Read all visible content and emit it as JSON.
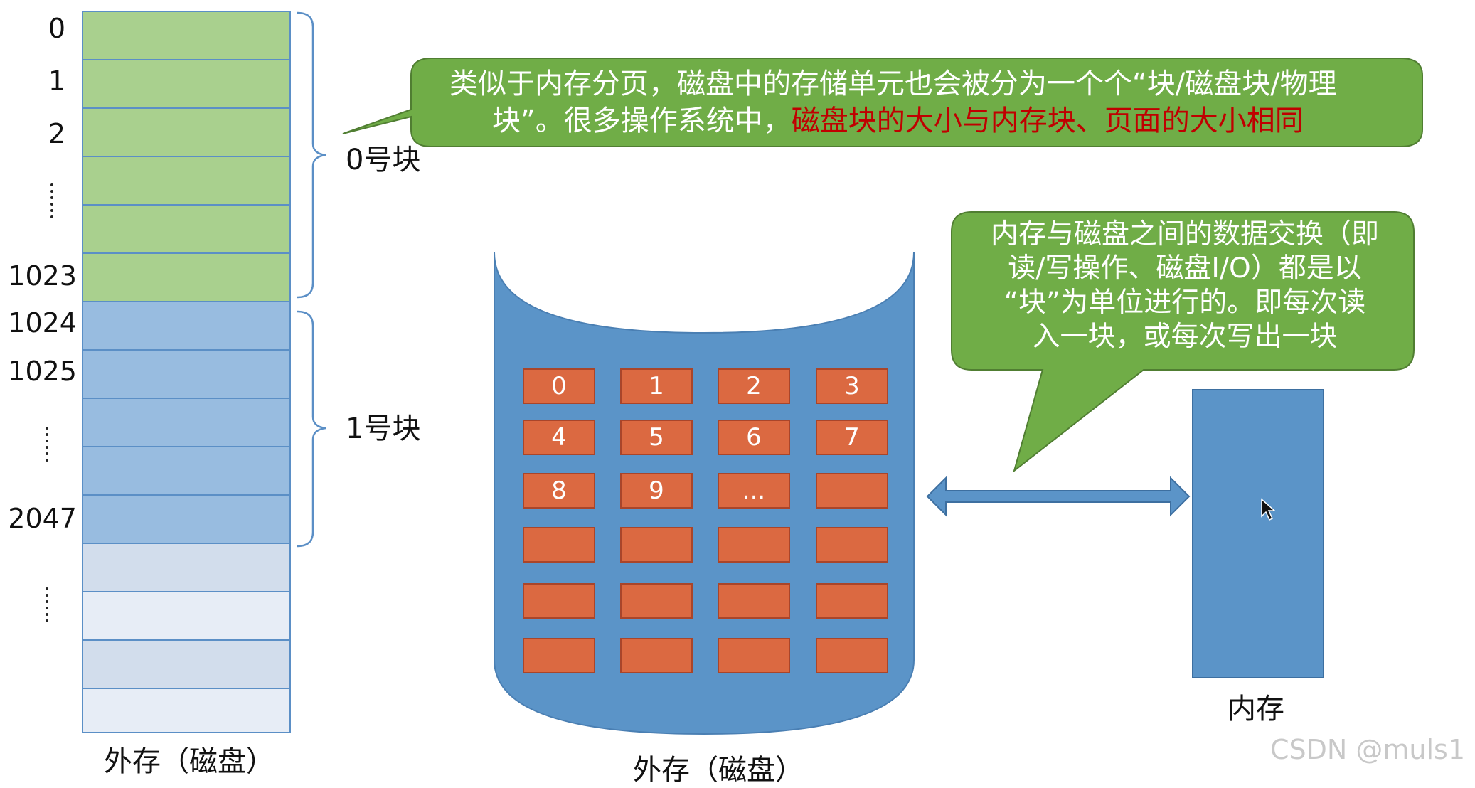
{
  "left_column": {
    "indices": [
      "0",
      "1",
      "2",
      "1023",
      "1024",
      "1025",
      "2047"
    ],
    "block_labels": [
      "0号块",
      "1号块"
    ],
    "caption": "外存（磁盘）"
  },
  "callout_top": {
    "text_white_line1": "类似于内存分页，磁盘中的存储单元也会被分为一个个“块/磁盘块/物理",
    "text_white_line2": "块”。很多操作系统中，",
    "text_red": "磁盘块的大小与内存块、页面的大小相同"
  },
  "callout_right": {
    "lines": [
      "内存与磁盘之间的数据交换（即",
      "读/写操作、磁盘I/O）都是以",
      "“块”为单位进行的。即每次读",
      "入一块，或每次写出一块"
    ]
  },
  "disk": {
    "tiles": [
      "0",
      "1",
      "2",
      "3",
      "4",
      "5",
      "6",
      "7",
      "8",
      "9",
      "...",
      "",
      "",
      "",
      "",
      "",
      "",
      "",
      "",
      "",
      "",
      "",
      "",
      ""
    ],
    "caption": "外存（磁盘）"
  },
  "memory": {
    "caption": "内存"
  },
  "watermark": "CSDN @muls1",
  "colors": {
    "green_block": "#a9d08e",
    "blue_block": "#98bce0",
    "callout_green": "#70ad47",
    "disk_blue": "#5b94c8",
    "tile_orange": "#db6941",
    "emphasis_red": "#c00000"
  }
}
